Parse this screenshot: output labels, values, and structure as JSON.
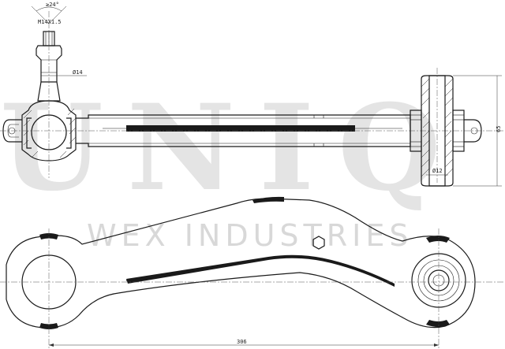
{
  "watermark": {
    "brand": "UNIQ",
    "company": "WEX INDUSTRIES"
  },
  "dimensions": {
    "angle": "≥24°",
    "thread": "M14X1.5",
    "stud_diameter": "Ø14",
    "bushing_width": "65",
    "bushing_bore": "Ø12",
    "center_distance": "306"
  },
  "colors": {
    "line": "#1a1a1a",
    "watermark": "#e4e4e4"
  }
}
